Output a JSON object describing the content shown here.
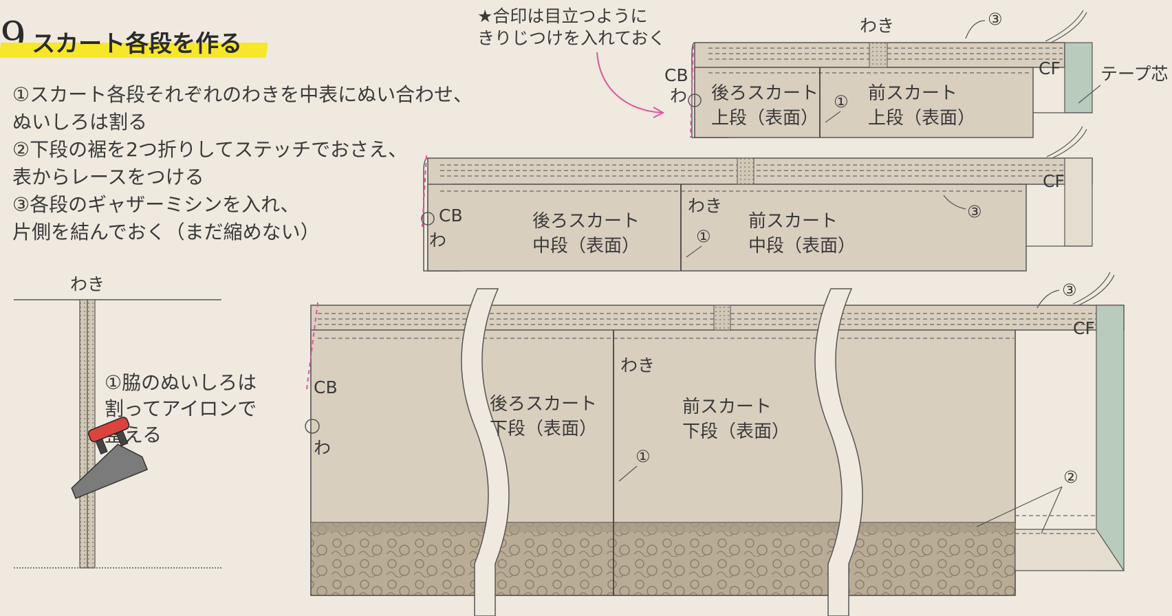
{
  "step": {
    "number": "9",
    "title": "スカート各段を作る"
  },
  "instructions": [
    "①スカート各段それぞれのわきを中表にぬい合わせ、",
    "ぬいしろは割る",
    "②下段の裾を2つ折りしてステッチでおさえ、",
    "表からレースをつける",
    "③各段のギャザーミシンを入れ、",
    "片側を結んでおく（まだ縮めない）"
  ],
  "note": {
    "line1": "★合印は目立つように",
    "line2": "きりじつけを入れておく"
  },
  "labels": {
    "waki": "わき",
    "cb": "CB",
    "cf": "CF",
    "wa": "わ",
    "tape": "テープ芯",
    "marker1": "①",
    "marker2": "②",
    "marker3": "③"
  },
  "panels": {
    "top": {
      "back_line1": "後ろスカート",
      "back_line2": "上段（表面）",
      "front_line1": "前スカート",
      "front_line2": "上段（表面）"
    },
    "middle": {
      "back_line1": "後ろスカート",
      "back_line2": "中段（表面）",
      "front_line1": "前スカート",
      "front_line2": "中段（表面）"
    },
    "bottom": {
      "back_line1": "後ろスカート",
      "back_line2": "下段（表面）",
      "front_line1": "前スカート",
      "front_line2": "下段（表面）"
    }
  },
  "seam_detail": {
    "line1": "①脇のぬいしろは",
    "line2": "割ってアイロンで",
    "line3": "整える"
  },
  "colors": {
    "background": "#efe9df",
    "fabric": "#d9cfbf",
    "lace": "#b7aa94",
    "tape": "#b8cbbd",
    "highlight": "#f7e72a",
    "tack": "#e0559a",
    "iron_handle": "#d9443f",
    "iron_body": "#7b7b7b"
  }
}
